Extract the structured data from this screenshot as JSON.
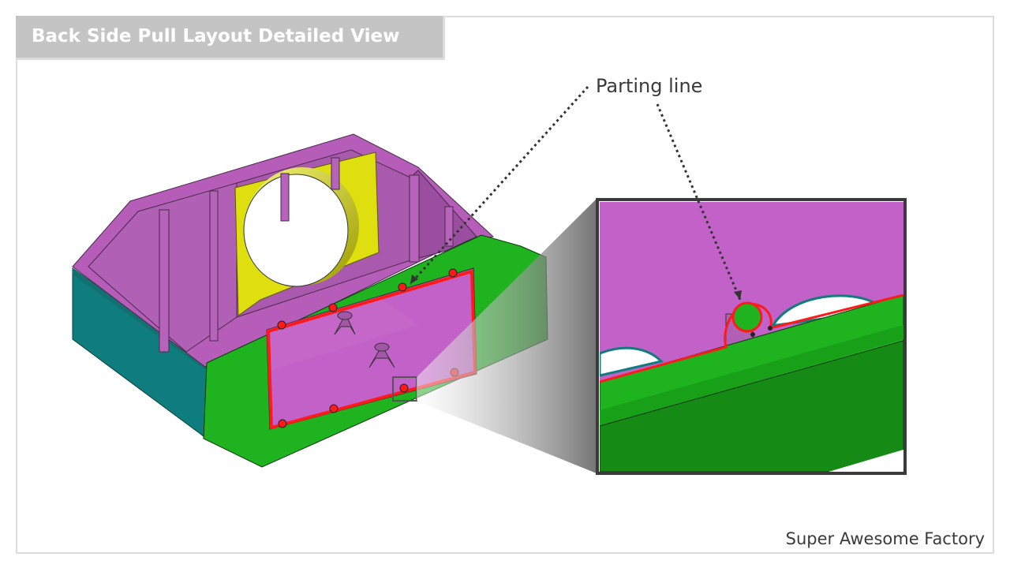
{
  "header": {
    "title": "Back Side Pull Layout Detailed View"
  },
  "callout": {
    "label": "Parting line"
  },
  "footer": {
    "company": "Super Awesome Factory"
  },
  "colors": {
    "cavity_purple": "#c262c8",
    "green": "#1fb31f",
    "yellow": "#dfdf10",
    "teal": "#0f7d7d",
    "parting_line_red": "#ff1a1a"
  }
}
